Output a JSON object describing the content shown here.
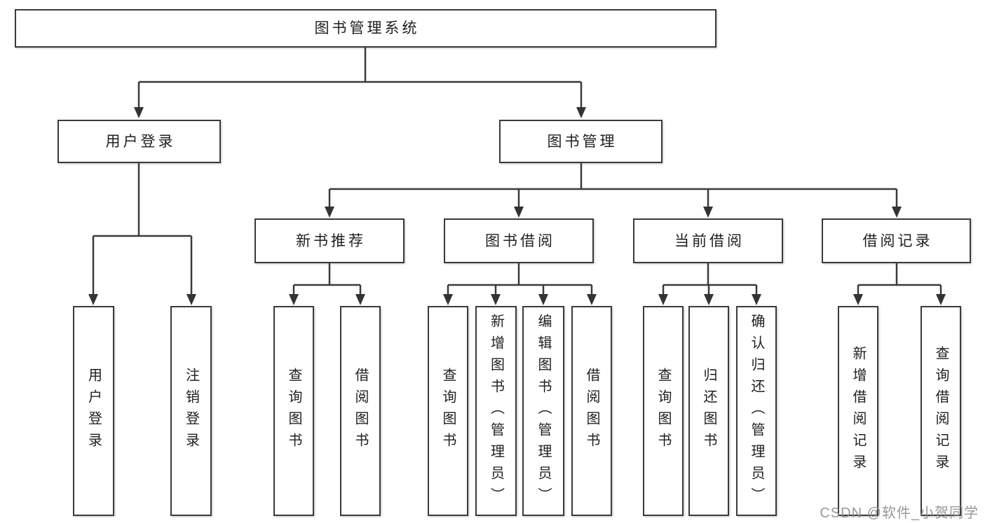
{
  "tree": {
    "root": {
      "label": "图书管理系统"
    },
    "level2": [
      {
        "id": "user-login",
        "label": "用户登录"
      },
      {
        "id": "book-management",
        "label": "图书管理"
      }
    ],
    "level3": [
      {
        "id": "new-book-recommendation",
        "label": "新书推荐"
      },
      {
        "id": "book-borrowing",
        "label": "图书借阅"
      },
      {
        "id": "current-borrowing",
        "label": "当前借阅"
      },
      {
        "id": "borrowing-records",
        "label": "借阅记录"
      }
    ],
    "leaves": [
      {
        "id": "user-login",
        "label": "用户登录"
      },
      {
        "id": "logout",
        "label": "注销登录"
      },
      {
        "id": "query-books-recommend",
        "label": "查询图书"
      },
      {
        "id": "borrow-books-recommend",
        "label": "借阅图书"
      },
      {
        "id": "query-books-borrowing",
        "label": "查询图书"
      },
      {
        "id": "add-books-admin",
        "label": "新增图书（管理员）"
      },
      {
        "id": "edit-books-admin",
        "label": "编辑图书（管理员）"
      },
      {
        "id": "borrow-books-borrowing",
        "label": "借阅图书"
      },
      {
        "id": "query-books-current",
        "label": "查询图书"
      },
      {
        "id": "return-books",
        "label": "归还图书"
      },
      {
        "id": "confirm-return-admin",
        "label": "确认归还（管理员）"
      },
      {
        "id": "add-borrow-record",
        "label": "新增借阅记录"
      },
      {
        "id": "query-borrow-record",
        "label": "查询借阅记录"
      }
    ]
  },
  "watermark": {
    "text": "CSDN @软件_小贺同学"
  },
  "colors": {
    "line": "#3a3a3a",
    "node_border": "#3a3a3a",
    "node_fill": "#ffffff",
    "text": "#1f1f1f",
    "watermark": "#8c8c8c",
    "background": "#ffffff"
  }
}
